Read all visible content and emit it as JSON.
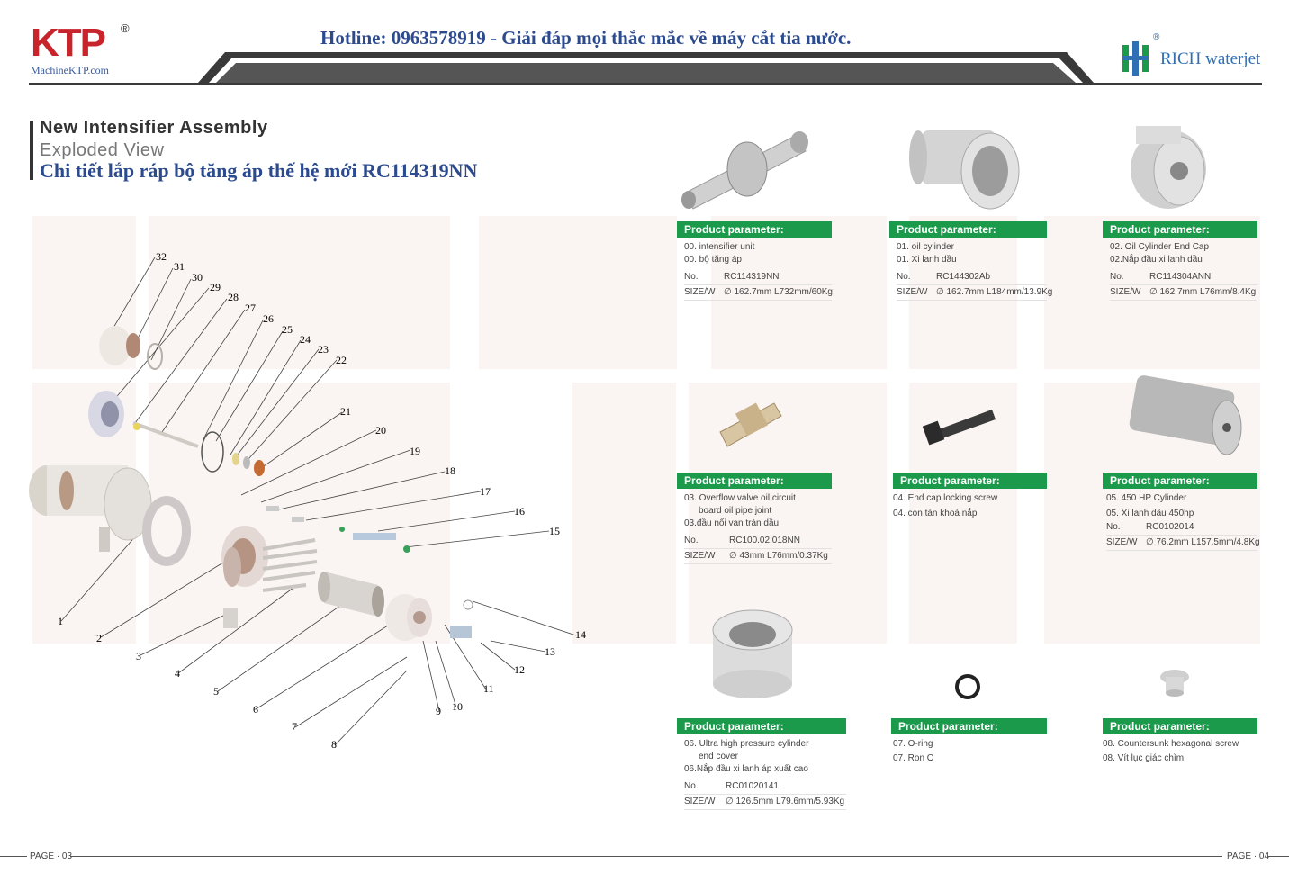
{
  "header": {
    "ktp_logo": "KTP",
    "ktp_reg": "®",
    "ktp_site": "MachineKTP.com",
    "hotline": "Hotline: 0963578919 - Giải đáp mọi thắc mắc về máy cắt tia nước.",
    "rich_reg": "®",
    "rich_brand": "RICH waterjet"
  },
  "title": {
    "line1": "New Intensifier Assembly",
    "line2": "Exploded View",
    "line3": "Chi tiết lắp ráp bộ tăng áp thế hệ mới RC114319NN"
  },
  "callouts": [
    "1",
    "2",
    "3",
    "4",
    "5",
    "6",
    "7",
    "8",
    "9",
    "10",
    "11",
    "12",
    "13",
    "14",
    "15",
    "16",
    "17",
    "18",
    "19",
    "20",
    "21",
    "22",
    "23",
    "24",
    "25",
    "26",
    "27",
    "28",
    "29",
    "30",
    "31",
    "32"
  ],
  "products": [
    {
      "head": "Product parameter:",
      "lines": [
        "00.  intensifier unit",
        "00. bộ tăng áp"
      ],
      "no_label": "No.",
      "no": "RC114319NN",
      "size_label": "SIZE/W",
      "size": "∅ 162.7mm  L732mm/60Kg"
    },
    {
      "head": "Product parameter:",
      "lines": [
        "01. oil cylinder",
        "01. Xi lanh dầu"
      ],
      "no_label": "No.",
      "no": "RC144302Ab",
      "size_label": "SIZE/W",
      "size": "∅ 162.7mm  L184mm/13.9Kg"
    },
    {
      "head": "Product parameter:",
      "lines": [
        "02. Oil Cylinder End Cap",
        "02.Nắp đầu xi lanh dầu"
      ],
      "no_label": "No.",
      "no": "RC114304ANN",
      "size_label": "SIZE/W",
      "size": "∅ 162.7mm  L76mm/8.4Kg"
    },
    {
      "head": "Product parameter:",
      "lines": [
        "03. Overflow valve oil circuit",
        "      board oil pipe joint",
        "03.đầu nối van tràn dầu"
      ],
      "no_label": "No.",
      "no": "RC100.02.018NN",
      "size_label": "SIZE/W",
      "size": "∅ 43mm  L76mm/0.37Kg"
    },
    {
      "head": "Product parameter:",
      "lines": [
        "04. End cap locking screw",
        "04. con tán khoá nắp"
      ]
    },
    {
      "head": "Product parameter:",
      "lines": [
        "05.  450 HP Cylinder",
        "05. Xi lanh dầu 450hp"
      ],
      "no_label": "No.",
      "no": "RC0102014",
      "size_label": "SIZE/W",
      "size": "∅ 76.2mm  L157.5mm/4.8Kg"
    },
    {
      "head": "Product parameter:",
      "lines": [
        "06. Ultra high pressure cylinder",
        "      end cover",
        "06.Nắp đầu xi lanh áp xuất cao"
      ],
      "no_label": "No.",
      "no": "RC01020141",
      "size_label": "SIZE/W",
      "size": "∅ 126.5mm  L79.6mm/5.93Kg"
    },
    {
      "head": "Product parameter:",
      "lines": [
        "07. O-ring",
        "07. Ron O"
      ]
    },
    {
      "head": "Product parameter:",
      "lines": [
        "08. Countersunk hexagonal screw",
        "08. Vít lục giác chìm"
      ]
    }
  ],
  "footer": {
    "left": "PAGE · 03",
    "right": "PAGE · 04"
  },
  "colors": {
    "accent_green": "#1a9a4a",
    "brand_red": "#c8242b",
    "heading_blue": "#2c4b8f"
  }
}
